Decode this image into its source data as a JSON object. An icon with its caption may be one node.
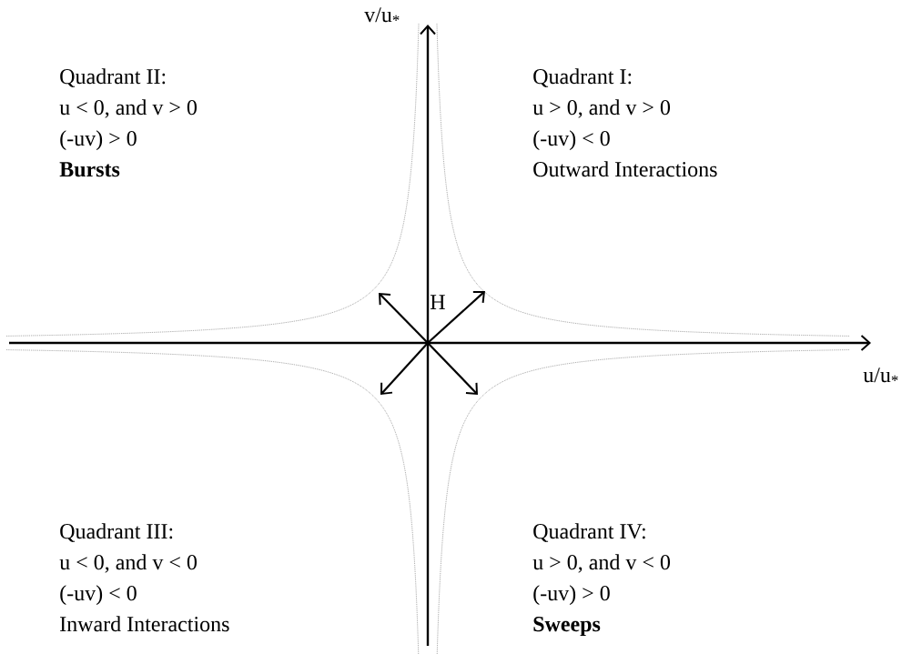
{
  "diagram": {
    "labels": [
      "v/u$_{*}$",
      "Quadrant II:",
      "u < 0, and v > 0",
      "(-uv) > 0",
      "Bursts",
      "Quadrant I:",
      "u > 0, and v > 0",
      "(-uv) < 0",
      "Outward Interactions",
      "H",
      "u/u$_{*}$",
      "Quadrant III:",
      "u < 0, and v < 0",
      "(-uv) < 0",
      "Inward Interactions",
      "Quadrant IV:",
      "u > 0, and v < 0",
      "(-uv) > 0",
      "Sweeps"
    ]
  }
}
